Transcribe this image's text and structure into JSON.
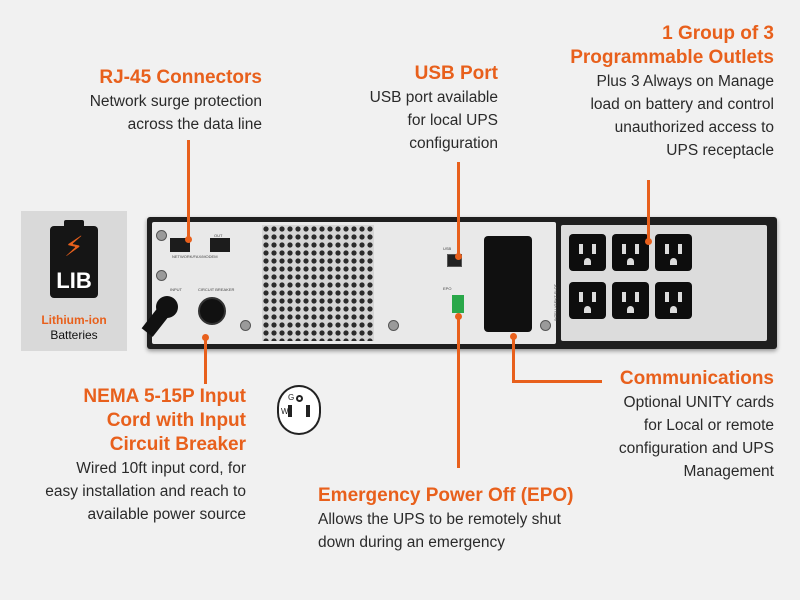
{
  "callouts": {
    "rj45": {
      "title": "RJ-45 Connectors",
      "desc": [
        "Network surge protection",
        "across the data line"
      ]
    },
    "usb": {
      "title": "USB Port",
      "desc": [
        "USB port available",
        "for local UPS",
        "configuration"
      ]
    },
    "outlets": {
      "title": [
        "1 Group of 3",
        "Programmable Outlets"
      ],
      "desc": [
        "Plus 3 Always on Manage",
        "load on battery and control",
        "unauthorized access to",
        "UPS receptacle"
      ]
    },
    "nema": {
      "title": [
        "NEMA 5-15P Input",
        "Cord with Input",
        "Circuit Breaker"
      ],
      "desc": [
        "Wired 10ft input cord, for",
        "easy installation and reach to",
        "available power source"
      ]
    },
    "comm": {
      "title": "Communications",
      "desc": [
        "Optional UNITY cards",
        "for Local or remote",
        "configuration and UPS",
        "Management"
      ]
    },
    "epo": {
      "title": "Emergency Power Off (EPO)",
      "desc": [
        "Allows the UPS to be remotely shut",
        "down during an emergency"
      ]
    }
  },
  "badge": {
    "battery_text": "LIB",
    "label_line1": "Lithium-ion",
    "label_line2": "Batteries"
  },
  "nema_icon": {
    "g": "G",
    "w": "W"
  },
  "panel_labels": {
    "net": "NETWORK/FAX/MODEM",
    "out": "OUT",
    "input": "INPUT",
    "breaker": "CIRCUIT BREAKER",
    "usb": "USB",
    "epo": "EPO",
    "slot": "INTELLIGENT SLOT"
  },
  "colors": {
    "accent": "#e8601c",
    "background": "#f1f1f1",
    "epo_connector": "#2aa84a"
  },
  "icons": [
    "lithium-battery-icon",
    "lightning-bolt-icon",
    "nema-plug-icon"
  ]
}
